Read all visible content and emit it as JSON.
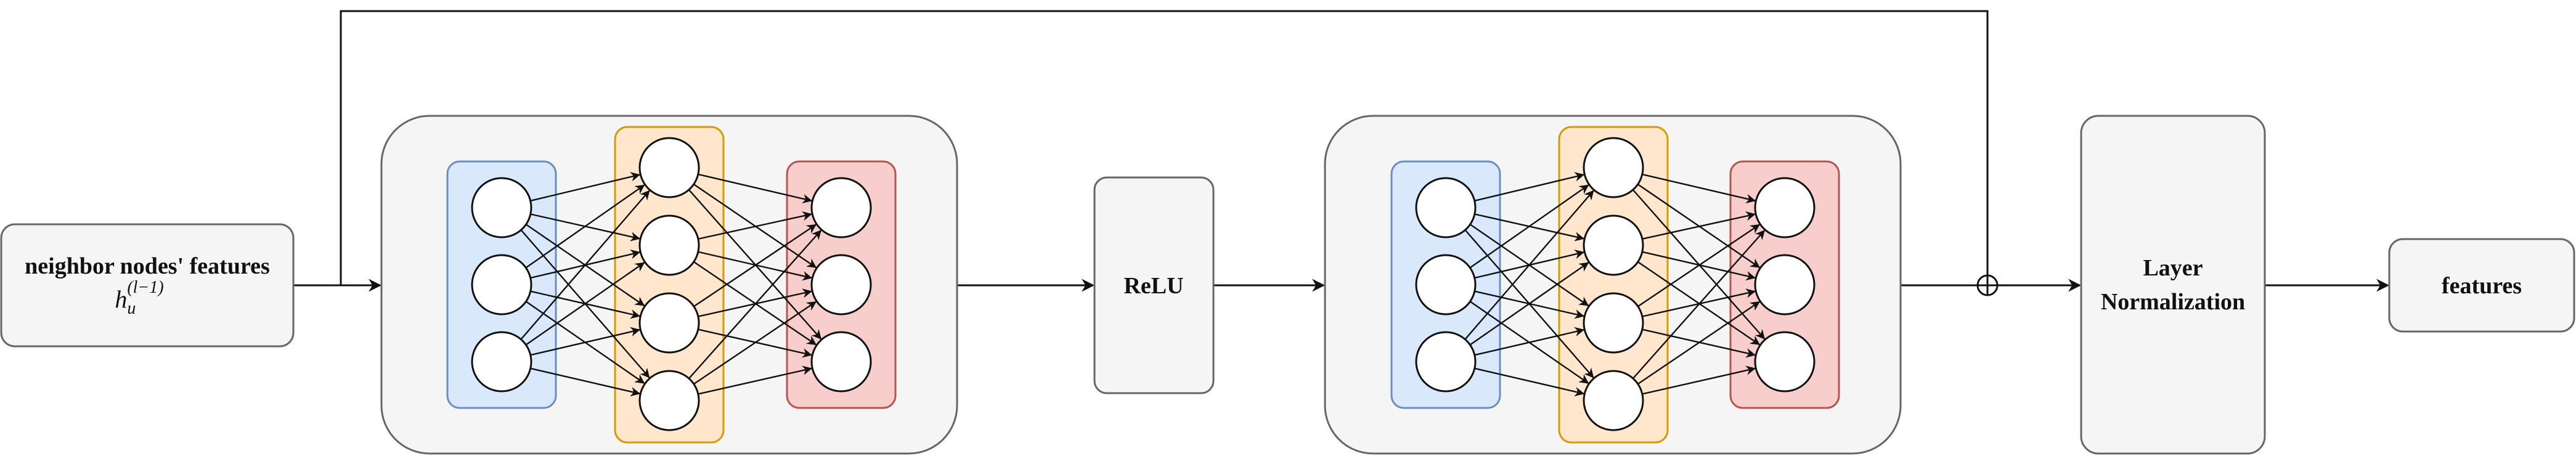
{
  "input_box": {
    "title": "neighbor nodes' features",
    "math_base": "h",
    "math_sub": "u",
    "math_sup": "(l−1)"
  },
  "relu_box": {
    "label": "ReLU"
  },
  "layernorm_box": {
    "line1": "Layer",
    "line2": "Normalization"
  },
  "output_box": {
    "label": "features"
  },
  "residual_symbol": "⊕",
  "colors": {
    "input_layer_fill": "#dae8fc",
    "input_layer_stroke": "#6c8ebf",
    "hidden_layer_fill": "#ffe6cc",
    "hidden_layer_stroke": "#d79b00",
    "output_layer_fill": "#f8cecc",
    "output_layer_stroke": "#b85450",
    "container_fill": "#f5f5f5",
    "container_stroke": "#666666"
  },
  "mlp_blocks": [
    {
      "layers": [
        3,
        4,
        3
      ]
    },
    {
      "layers": [
        3,
        4,
        3
      ]
    }
  ]
}
